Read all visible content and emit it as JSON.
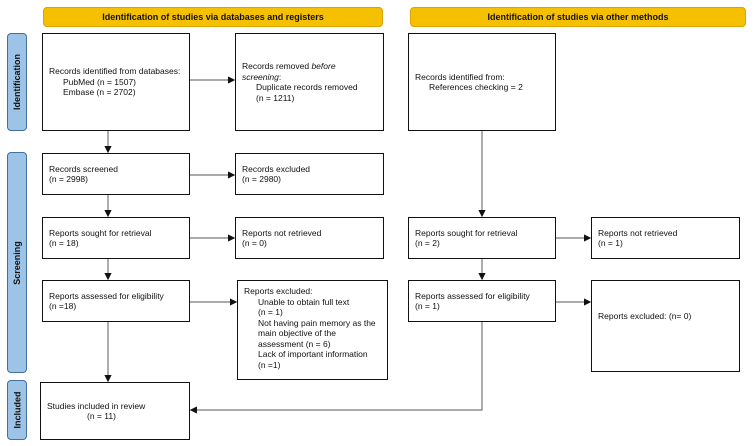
{
  "headers": {
    "left": "Identification of studies via databases and registers",
    "right": "Identification of studies via other methods"
  },
  "phases": [
    "Identification",
    "Screening",
    "Included"
  ],
  "colors": {
    "header": "#f5c000",
    "phase": "#9dc3e6",
    "phase_border": "#41719c"
  },
  "boxes": {
    "identified_db": {
      "title": "Records identified from databases:",
      "lines": [
        "PubMed (n = 1507)",
        "Embase (n = 2702)"
      ]
    },
    "removed": {
      "title_pre": "Records removed ",
      "title_em": "before screening",
      "title_post": ":",
      "lines": [
        "Duplicate records removed",
        "(n = 1211)"
      ]
    },
    "screened": {
      "title": "Records screened",
      "n": "(n = 2998)"
    },
    "excluded": {
      "title": "Records excluded",
      "n": "(n = 2980)"
    },
    "sought": {
      "title": "Reports sought for retrieval",
      "n": "(n = 18)"
    },
    "not_retrieved": {
      "title": "Reports not retrieved",
      "n": "(n = 0)"
    },
    "assessed": {
      "title": "Reports assessed for eligibility",
      "n": "(n =18)"
    },
    "reports_excluded": {
      "title": "Reports excluded:",
      "lines": [
        "Unable to obtain full text",
        "(n = 1)",
        "Not having pain memory as the main objective of the assessment (n = 6)",
        "Lack of important information",
        "(n =1)"
      ]
    },
    "included": {
      "title": "Studies included in review",
      "n": "(n = 11)"
    },
    "identified_other": {
      "title": "Records identified from:",
      "lines": [
        "References checking = 2"
      ]
    },
    "sought_other": {
      "title": "Reports sought for retrieval",
      "n": "(n = 2)"
    },
    "not_retrieved_other": {
      "title": "Reports not retrieved",
      "n": "(n = 1)"
    },
    "assessed_other": {
      "title": "Reports assessed for eligibility",
      "n": "(n = 1)"
    },
    "excluded_other": {
      "title": "Reports excluded: (n= 0)"
    }
  }
}
